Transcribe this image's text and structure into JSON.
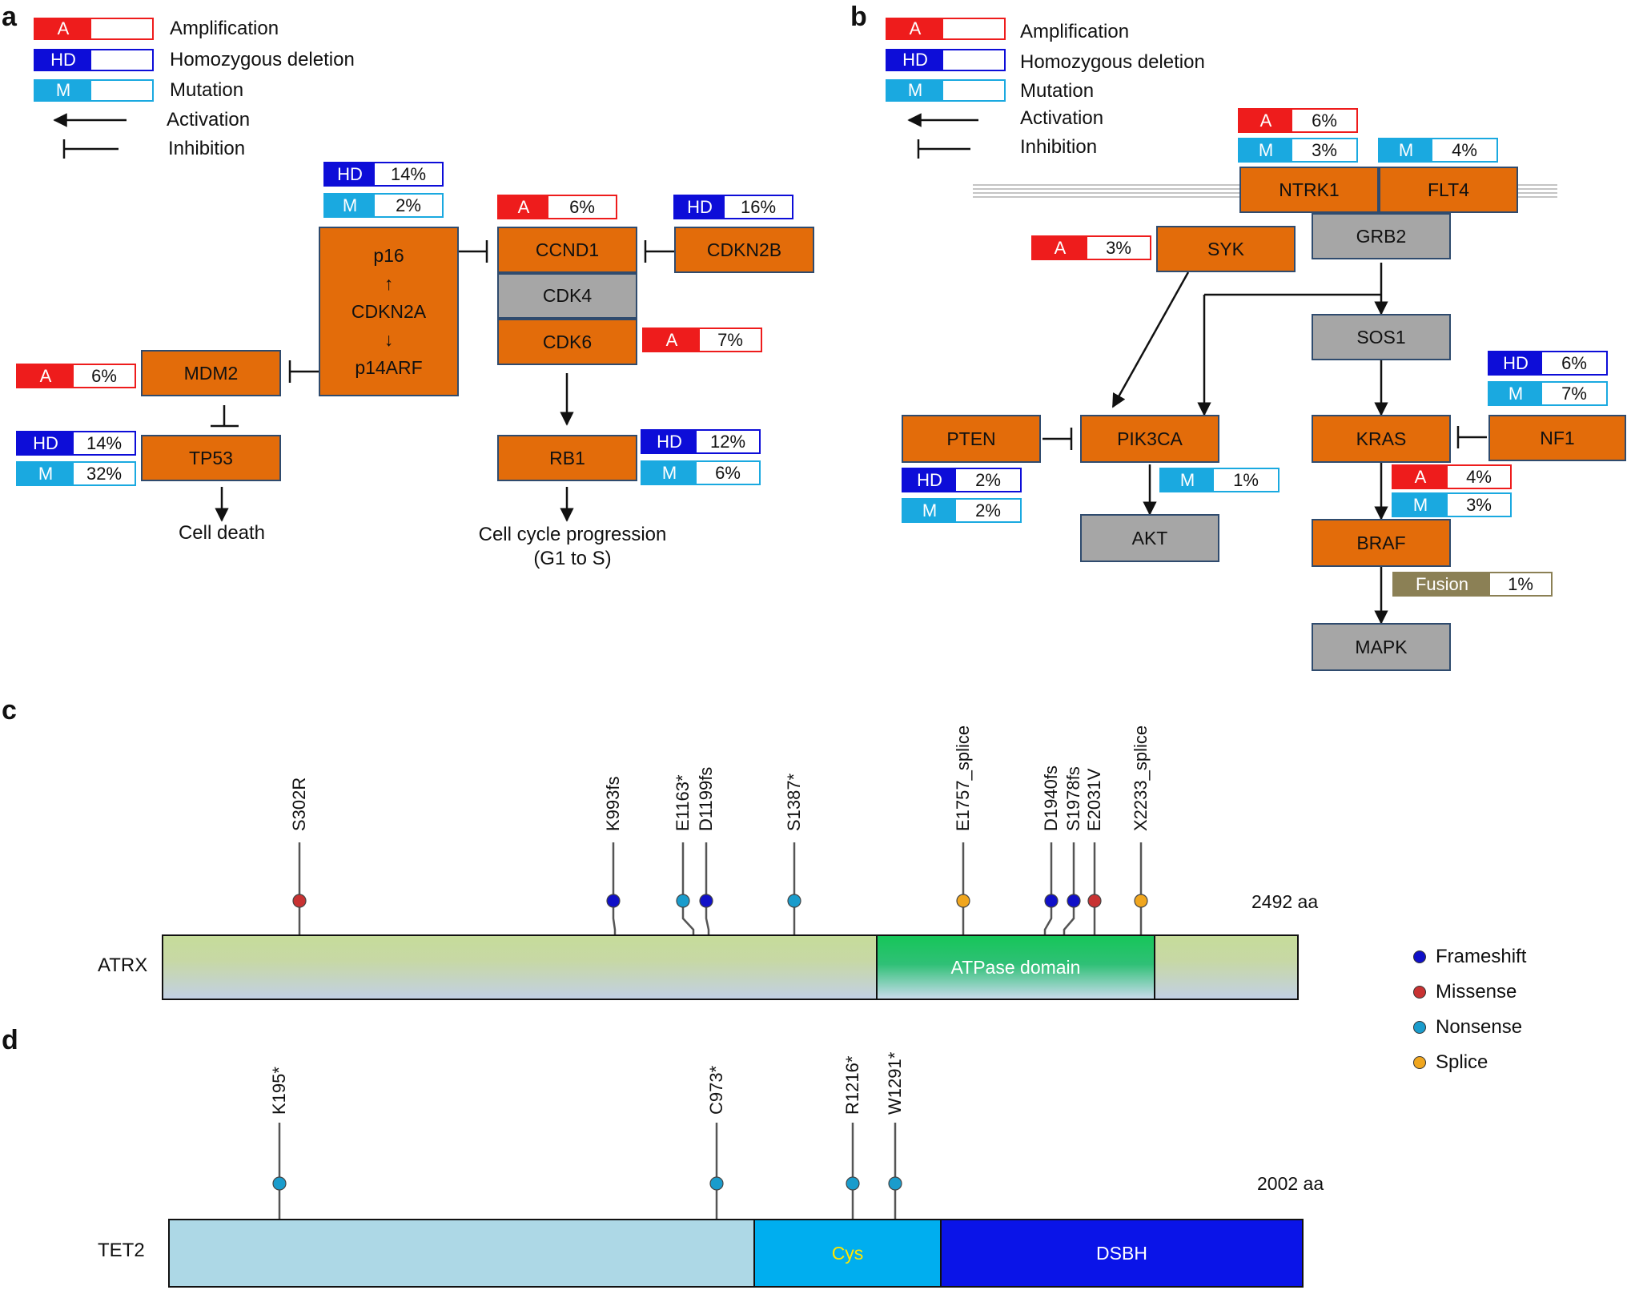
{
  "colors": {
    "amplification": "#ee1c1c",
    "homozygous_deletion": "#0d0dd8",
    "mutation": "#1aa9e0",
    "fusion": "#8b8055",
    "gene_altered": "#e36c0a",
    "gene_other": "#a6a6a6",
    "frameshift": "#1010c8",
    "missense": "#c83232",
    "nonsense": "#1a9ccc",
    "splice": "#f0a61e"
  },
  "panels": {
    "a": "a",
    "b": "b",
    "c": "c",
    "d": "d"
  },
  "legend": {
    "amplification_code": "A",
    "amplification_label": "Amplification",
    "hd_code": "HD",
    "hd_label": "Homozygous deletion",
    "mutation_code": "M",
    "mutation_label": "Mutation",
    "activation_label": "Activation",
    "inhibition_label": "Inhibition"
  },
  "panel_a": {
    "genes": {
      "p16": "p16",
      "up_arrow": "↑",
      "cdkn2a": "CDKN2A",
      "down_arrow": "↓",
      "p14arf": "p14ARF",
      "mdm2": "MDM2",
      "tp53": "TP53",
      "ccnd1": "CCND1",
      "cdk4": "CDK4",
      "cdk6": "CDK6",
      "cdkn2b": "CDKN2B",
      "rb1": "RB1"
    },
    "alterations": [
      {
        "code": "HD",
        "type": "hd",
        "pct": "14%"
      },
      {
        "code": "M",
        "type": "m",
        "pct": "2%"
      },
      {
        "code": "A",
        "type": "a",
        "pct": "6%"
      },
      {
        "code": "HD",
        "type": "hd",
        "pct": "16%"
      },
      {
        "code": "A",
        "type": "a",
        "pct": "7%"
      },
      {
        "code": "A",
        "type": "a",
        "pct": "6%"
      },
      {
        "code": "HD",
        "type": "hd",
        "pct": "14%"
      },
      {
        "code": "M",
        "type": "m",
        "pct": "32%"
      },
      {
        "code": "HD",
        "type": "hd",
        "pct": "12%"
      },
      {
        "code": "M",
        "type": "m",
        "pct": "6%"
      }
    ],
    "outcomes": {
      "cell_death": "Cell death",
      "cell_cycle": "Cell cycle progression",
      "cell_cycle_sub": "(G1 to S)"
    }
  },
  "panel_b": {
    "genes": {
      "ntrk1": "NTRK1",
      "flt4": "FLT4",
      "grb2": "GRB2",
      "syk": "SYK",
      "sos1": "SOS1",
      "pten": "PTEN",
      "pik3ca": "PIK3CA",
      "kras": "KRAS",
      "nf1": "NF1",
      "akt": "AKT",
      "braf": "BRAF",
      "mapk": "MAPK"
    },
    "alterations": [
      {
        "code": "A",
        "type": "a",
        "pct": "6%"
      },
      {
        "code": "M",
        "type": "m",
        "pct": "3%"
      },
      {
        "code": "M",
        "type": "m",
        "pct": "4%"
      },
      {
        "code": "A",
        "type": "a",
        "pct": "3%"
      },
      {
        "code": "HD",
        "type": "hd",
        "pct": "6%"
      },
      {
        "code": "M",
        "type": "m",
        "pct": "7%"
      },
      {
        "code": "HD",
        "type": "hd",
        "pct": "2%"
      },
      {
        "code": "M",
        "type": "m",
        "pct": "2%"
      },
      {
        "code": "M",
        "type": "m",
        "pct": "1%"
      },
      {
        "code": "A",
        "type": "a",
        "pct": "4%"
      },
      {
        "code": "M",
        "type": "m",
        "pct": "3%"
      },
      {
        "code": "Fusion",
        "type": "fusion",
        "pct": "1%"
      }
    ]
  },
  "panel_c": {
    "protein": "ATRX",
    "length_label": "2492 aa",
    "domain": "ATPase domain",
    "mutations": [
      {
        "label": "S302R",
        "type": "missense"
      },
      {
        "label": "K993fs",
        "type": "frameshift"
      },
      {
        "label": "E1163*",
        "type": "nonsense"
      },
      {
        "label": "D1199fs",
        "type": "frameshift"
      },
      {
        "label": "S1387*",
        "type": "nonsense"
      },
      {
        "label": "E1757_splice",
        "type": "splice"
      },
      {
        "label": "D1940fs",
        "type": "frameshift"
      },
      {
        "label": "S1978fs",
        "type": "frameshift"
      },
      {
        "label": "E2031V",
        "type": "missense"
      },
      {
        "label": "X2233_splice",
        "type": "splice"
      }
    ]
  },
  "panel_d": {
    "protein": "TET2",
    "length_label": "2002 aa",
    "domain_cys": "Cys",
    "domain_dsbh": "DSBH",
    "mutations": [
      {
        "label": "K195*",
        "type": "nonsense"
      },
      {
        "label": "C973*",
        "type": "nonsense"
      },
      {
        "label": "R1216*",
        "type": "nonsense"
      },
      {
        "label": "W1291*",
        "type": "nonsense"
      }
    ]
  },
  "mutation_legend": [
    {
      "label": "Frameshift",
      "type": "frameshift"
    },
    {
      "label": "Missense",
      "type": "missense"
    },
    {
      "label": "Nonsense",
      "type": "nonsense"
    },
    {
      "label": "Splice",
      "type": "splice"
    }
  ]
}
